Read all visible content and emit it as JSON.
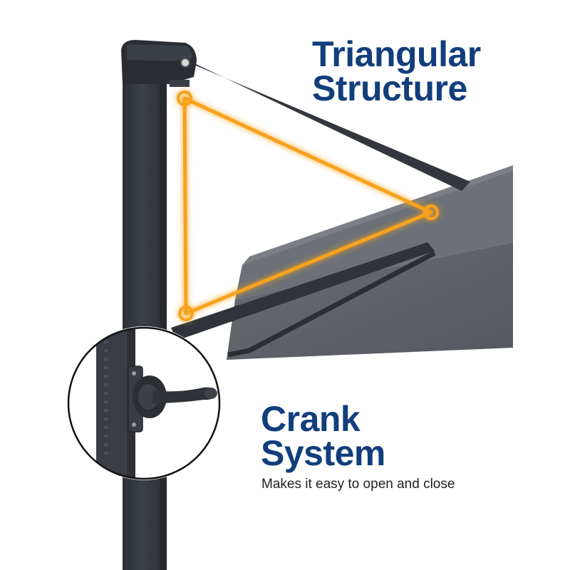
{
  "features": {
    "structure": {
      "heading_line1": "Triangular",
      "heading_line2": "Structure"
    },
    "crank": {
      "heading_line1": "Crank",
      "heading_line2": "System",
      "description": "Makes it easy to open and close"
    }
  },
  "colors": {
    "heading": "#123e7c",
    "highlight": "#f7a21b",
    "frame": "#34383f",
    "canopy": "#5f6369"
  },
  "icons": {
    "zoom_inset": "crank-handle-closeup"
  }
}
